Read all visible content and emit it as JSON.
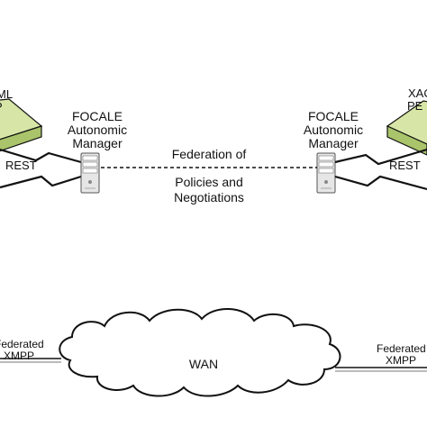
{
  "left_manager": {
    "line1": "FOCALE",
    "line2": "Autonomic",
    "line3": "Manager"
  },
  "right_manager": {
    "line1": "FOCALE",
    "line2": "Autonomic",
    "line3": "Manager"
  },
  "left_plate": {
    "line1": "ML",
    "line2": "P"
  },
  "right_plate": {
    "line1": "XAC",
    "line2": "PE"
  },
  "left_rest": "REST",
  "right_rest": "REST",
  "federation": {
    "line1": "Federation of",
    "line2": "Policies and",
    "line3": "Negotiations"
  },
  "wan": {
    "label": "WAN"
  },
  "left_xmpp": {
    "line1": "Federated",
    "line2": "XMPP"
  },
  "right_xmpp": {
    "line1": "Federated",
    "line2": "XMPP"
  },
  "colors": {
    "plate_top": "#d7e6a6",
    "plate_side": "#a9c46a",
    "server_body": "#e6e6e6",
    "line": "#111111"
  }
}
